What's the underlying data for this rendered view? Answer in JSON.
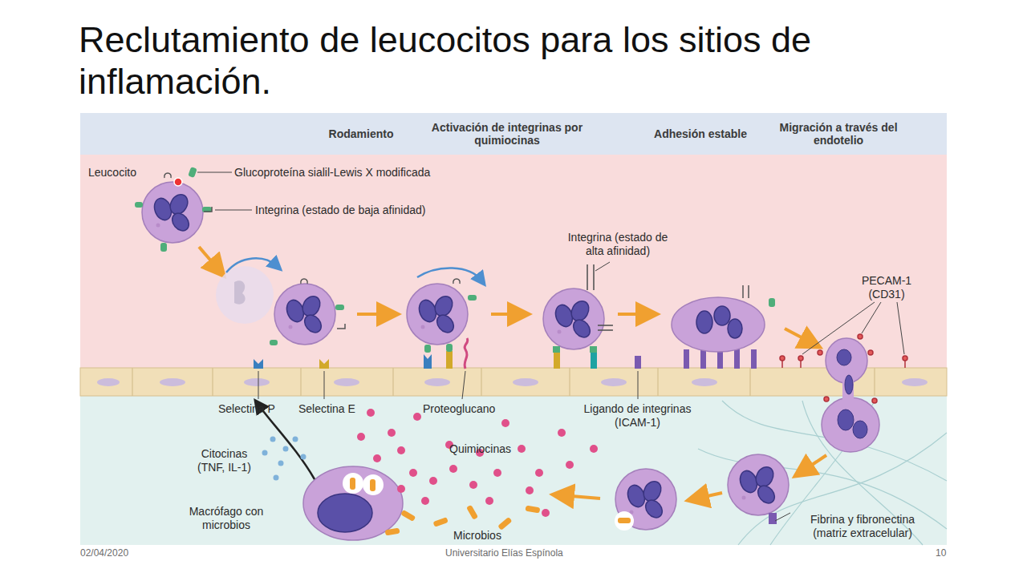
{
  "diagram": {
    "title": "Reclutamiento de leucocitos para los sitios de inflamación.",
    "nodes": [
      {
        "text": [
          "Rodamiento",
          "Activación de integrinas por quimiocinas",
          "Adhesión estable",
          "Migración a través del endotelio"
        ]
      }
    ],
    "labels": [
      "Leucocito",
      "Glucoproteína sialil-Lewis X modificada",
      "Integrina (estado de baja afinidad)",
      "Integrina (estado de alta afinidad)",
      "PECAM-1 (CD31)",
      "Selectina P",
      "Selectina E",
      "Proteoglucano",
      "Ligando de integrinas (ICAM-1)",
      "Citocinas (TNF, IL-1)",
      "Quimiocinas",
      "Macrófago con microbios",
      "Microbios",
      "Fibrina y fibronectina (matriz extracelular)",
      "02/04/2020",
      "Universitario Elías Espínola",
      "10"
    ]
  }
}
